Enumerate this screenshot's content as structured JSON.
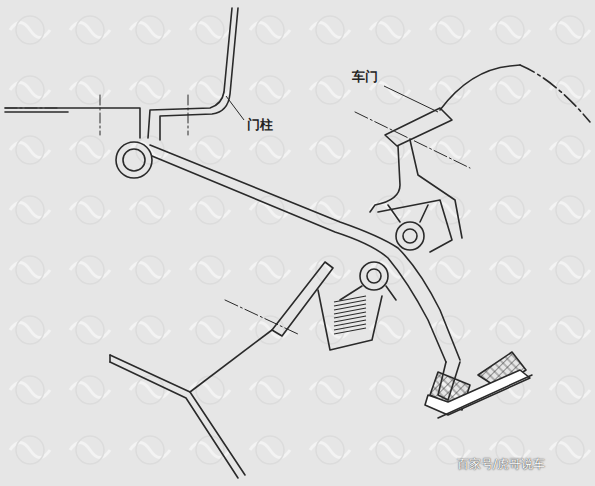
{
  "diagram": {
    "labels": [
      "车门",
      "门柱",
      "百家号/虎哥说车"
    ]
  }
}
